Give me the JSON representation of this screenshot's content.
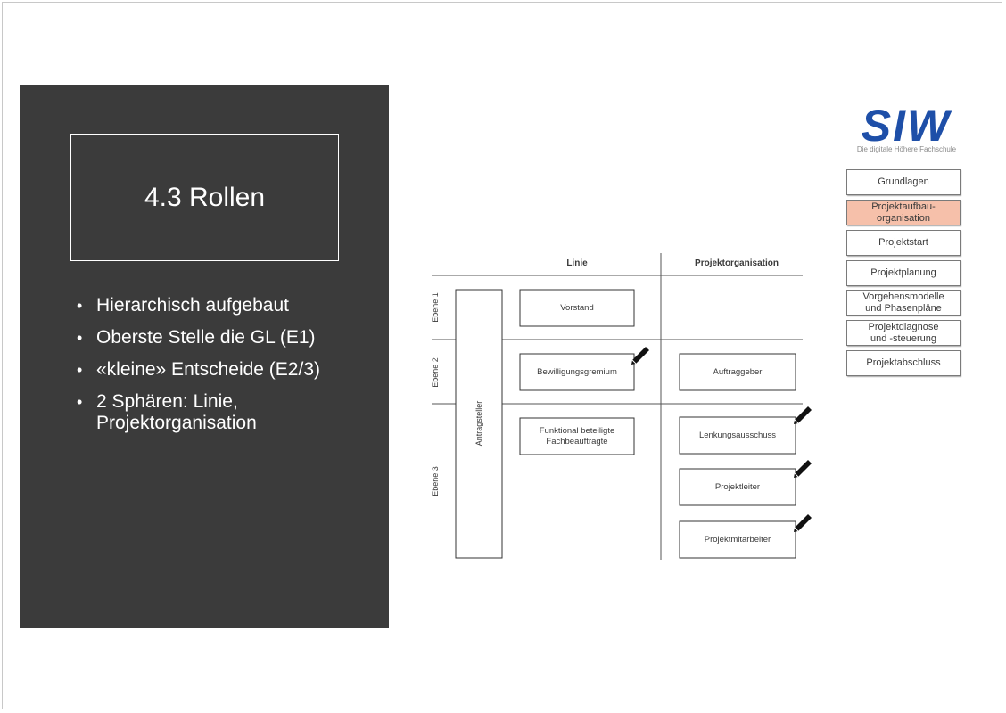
{
  "slide": {
    "title": "4.3 Rollen",
    "bullets": [
      "Hierarchisch aufgebaut",
      "Oberste Stelle die GL (E1)",
      "«kleine» Entscheide (E2/3)",
      "2 Sphären: Linie, Projektorganisation"
    ]
  },
  "logo": {
    "text": "SIW",
    "tagline": "Die digitale Höhere Fachschule",
    "color": "#1e4fa8"
  },
  "nav": {
    "items": [
      {
        "label": "Grundlagen",
        "active": false
      },
      {
        "label": "Projektaufbau-\norganisation",
        "active": true
      },
      {
        "label": "Projektstart",
        "active": false
      },
      {
        "label": "Projektplanung",
        "active": false
      },
      {
        "label": "Vorgehensmodelle\nund Phasenpläne",
        "active": false
      },
      {
        "label": "Projektdiagnose\nund -steuerung",
        "active": false
      },
      {
        "label": "Projektabschluss",
        "active": false
      }
    ],
    "active_color": "#f6c0aa"
  },
  "diagram": {
    "col_headers": [
      "Linie",
      "Projektorganisation"
    ],
    "row_labels": [
      "Ebene 1",
      "Ebene 2",
      "Ebene 3"
    ],
    "side_box": "Antragsteller",
    "boxes": {
      "vorstand": "Vorstand",
      "bewilligungsgremium": "Bewilligungsgremium",
      "auftraggeber": "Auftraggeber",
      "funktional_line1": "Funktional beteiligte",
      "funktional_line2": "Fachbeauftragte",
      "lenkungsausschuss": "Lenkungsausschuss",
      "projektleiter": "Projektleiter",
      "projektmitarbeiter": "Projektmitarbeiter"
    },
    "pencil_icon": "pencil-icon"
  }
}
